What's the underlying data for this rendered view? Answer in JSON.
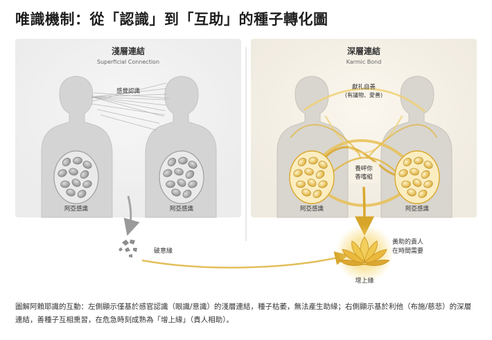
{
  "title": "唯識機制：從「認識」到「互助」的種子轉化圖",
  "left_panel": {
    "heading": "淺層連結",
    "subheading": "Superficial Connection",
    "sense_label": "感覺認識",
    "store_left": "阿亞感識",
    "store_right": "阿亞感識"
  },
  "right_panel": {
    "heading": "深層連結",
    "subheading": "Karmic Bond",
    "gift_line1": "獻礼自善",
    "gift_line2": "(有議物、愛善)",
    "seed_line1": "養岼你",
    "seed_line2": "香嗜組",
    "store_left": "阿亞感識",
    "store_right": "阿亞感識"
  },
  "outcomes": {
    "broken": "破意緣",
    "helper_line1": "黃助的貴人",
    "helper_line2": "在時間需要",
    "increase": "增上緣"
  },
  "caption": "圖解阿賴耶識的互動：左側顯示僅基於感官認識（眼識/意識）的淺層連結，種子枯萎，無法產生助緣；右側顯示基於利他（布施/慈悲）的深層連結，善種子互相熏習，在危急時刻成熟為「增上緣」（貴人相助）。",
  "colors": {
    "figure_grey": "#d9d9d9",
    "panel_left": "#f1f1f1",
    "panel_right": "#f5f1e8",
    "gold": "#e2b43c",
    "gold_light": "#f4dc8c"
  }
}
